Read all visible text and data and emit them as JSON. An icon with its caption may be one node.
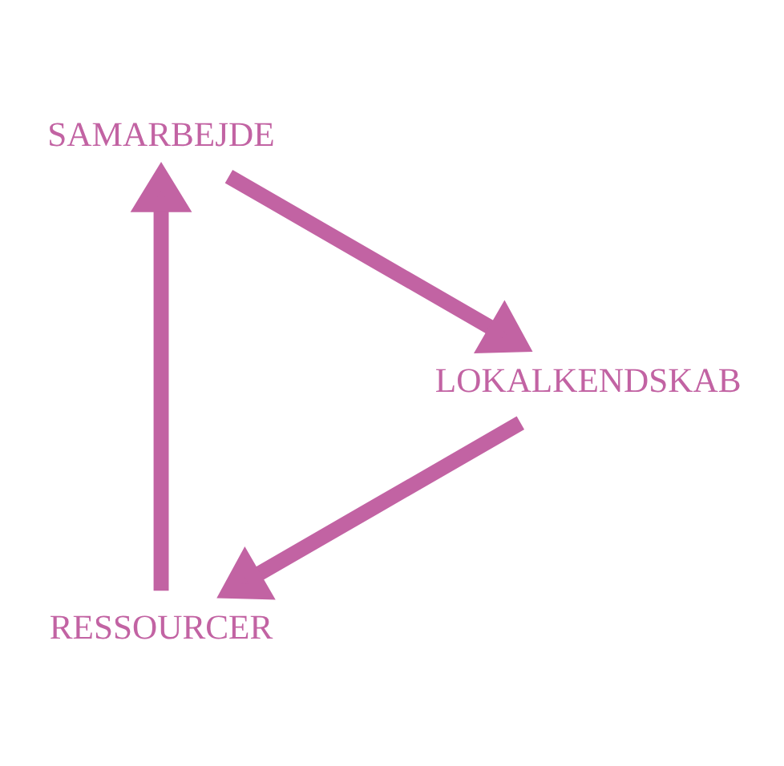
{
  "diagram": {
    "nodes": [
      {
        "text": [
          "RESSOURCER"
        ]
      },
      {
        "text": [
          "SAMARBEJDE"
        ]
      },
      {
        "text": [
          "LOKALKENDSKAB"
        ]
      }
    ],
    "edges": [
      {
        "from": 0,
        "to": 1,
        "arrow": "to"
      },
      {
        "from": 1,
        "to": 2,
        "arrow": "to"
      },
      {
        "from": 2,
        "to": 0,
        "arrow": "to"
      }
    ]
  }
}
